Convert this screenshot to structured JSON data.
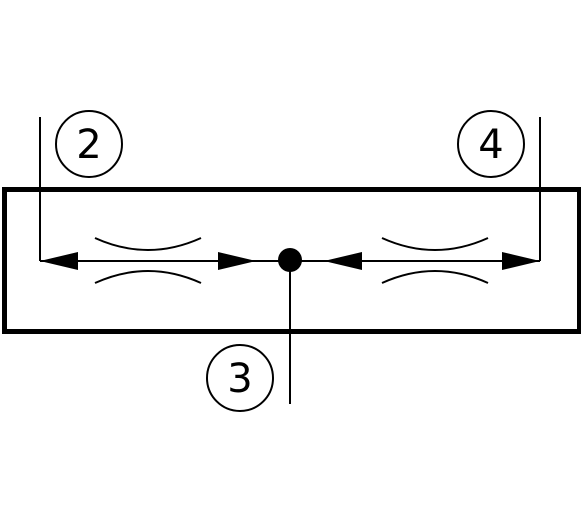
{
  "diagram": {
    "labels": {
      "left_port": "2",
      "bottom_port": "3",
      "right_port": "4"
    },
    "colors": {
      "stroke": "#000000",
      "background": "#ffffff"
    },
    "components": {
      "left_restrictor": "throttle-symbol",
      "right_restrictor": "throttle-symbol",
      "junction": "junction-dot"
    }
  }
}
